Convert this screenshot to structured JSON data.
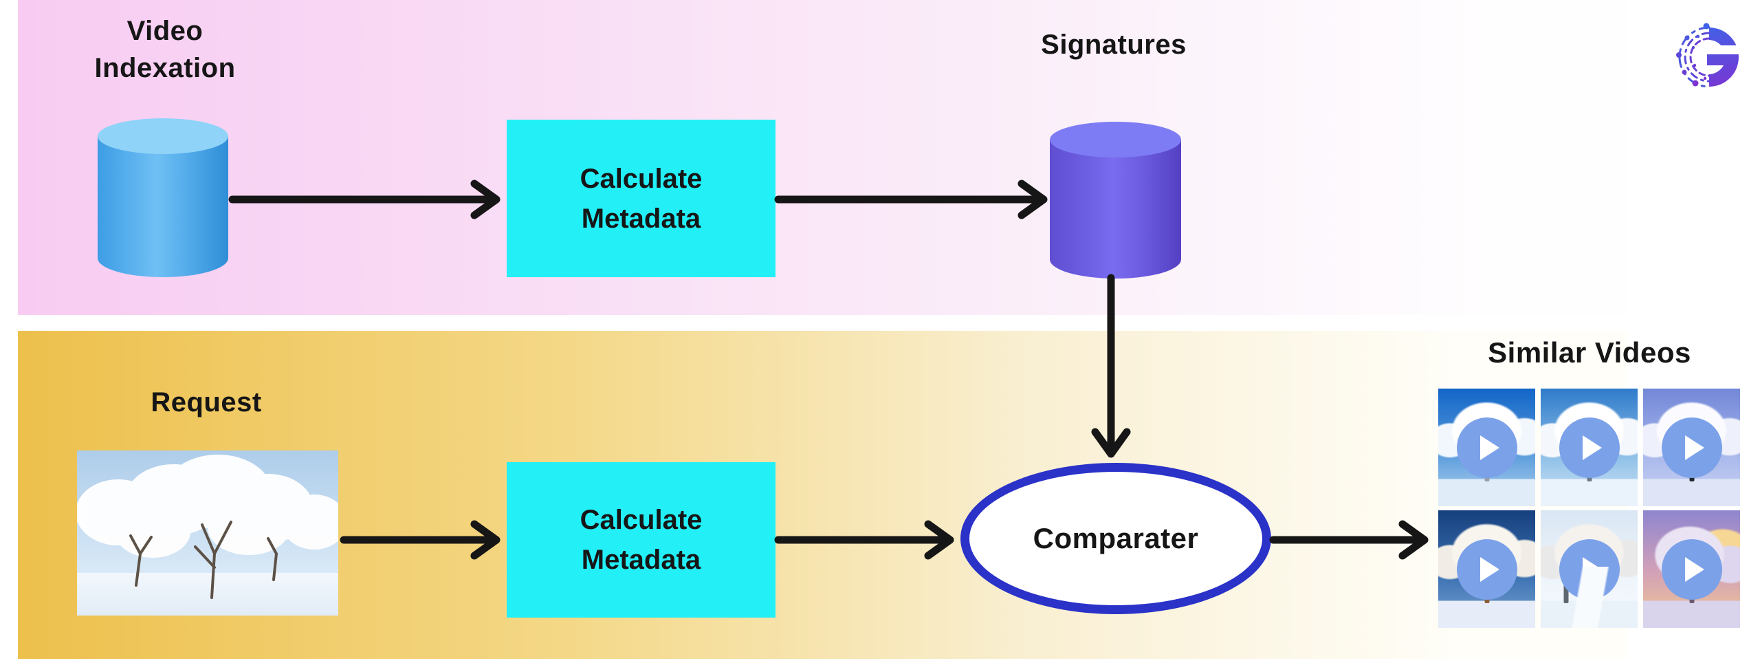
{
  "diagram": {
    "top_band": {
      "video_indexation_label": "Video\nIndexation",
      "calculate_metadata_label": "Calculate\nMetadata",
      "signatures_label": "Signatures"
    },
    "bottom_band": {
      "request_label": "Request",
      "calculate_metadata_label": "Calculate\nMetadata",
      "comparater_label": "Comparater",
      "similar_videos_label": "Similar Videos"
    }
  },
  "logo": {
    "letter": "G"
  },
  "colors": {
    "top_band_start": "#f8ccf2",
    "top_band_end": "#fffeff",
    "bottom_band_start": "#edc04c",
    "bottom_band_end": "#fffef9",
    "process_box": "#23eff7",
    "comparater_border": "#2a32c8",
    "arrow": "#161616",
    "video_db_cylinder": "#4da7e9",
    "signatures_cylinder": "#6a5ae0",
    "play_button": "#7ba1e9",
    "logo_gradient_start": "#3f63e8",
    "logo_gradient_end": "#7c33d1"
  },
  "similar_videos": {
    "thumbnails": [
      {
        "label": "frosted trees, deep blue sky",
        "variant": "default",
        "palette": {
          "sky1": "#1265c8",
          "sky2": "#5f9fdd",
          "sky3": "#b9d7f0",
          "snow": "#e0ecf8",
          "canopy": "#ffffff",
          "canopy2": "#f2f7fd",
          "trunk": "#98a0ac"
        }
      },
      {
        "label": "frosted trees in snow field",
        "variant": "default",
        "palette": {
          "sky1": "#2f7bca",
          "sky2": "#8fc0e8",
          "sky3": "#d4e6f6",
          "snow": "#eaf2fb",
          "canopy": "#ffffff",
          "canopy2": "#f4f8fd",
          "trunk": "#6e7a88"
        }
      },
      {
        "label": "large frosted tree, violet-blue sky",
        "variant": "default",
        "palette": {
          "sky1": "#7287d8",
          "sky2": "#aab9ec",
          "sky3": "#ccd6f4",
          "snow": "#dfe5f6",
          "canopy": "#fbfbff",
          "canopy2": "#eef0fb",
          "trunk": "#23282f"
        }
      },
      {
        "label": "single frosted tree, dark blue sky",
        "variant": "default",
        "palette": {
          "sky1": "#16407e",
          "sky2": "#3f74b4",
          "sky3": "#7fa6d4",
          "snow": "#e6ecf8",
          "canopy": "#f8f5ef",
          "canopy2": "#f1ede6",
          "trunk": "#8a5f38"
        }
      },
      {
        "label": "snowy road lined with frosted trees",
        "variant": "road",
        "palette": {
          "sky1": "#d9e6f3",
          "sky2": "#eef5fb",
          "sky3": "#f6fafd",
          "snow": "#e9f1f9",
          "canopy": "#f5f2ee",
          "canopy2": "#eae9ea",
          "trunk": "#5d676f"
        }
      },
      {
        "label": "frosted trees at sunset",
        "variant": "sunset",
        "palette": {
          "sky1": "#8f86cf",
          "sky2": "#d2a0b8",
          "sky3": "#f2cc8e",
          "snow": "#d9d3ec",
          "canopy": "#e9e3f3",
          "canopy2": "#ded6ee",
          "trunk": "#6b5a70"
        }
      }
    ]
  }
}
